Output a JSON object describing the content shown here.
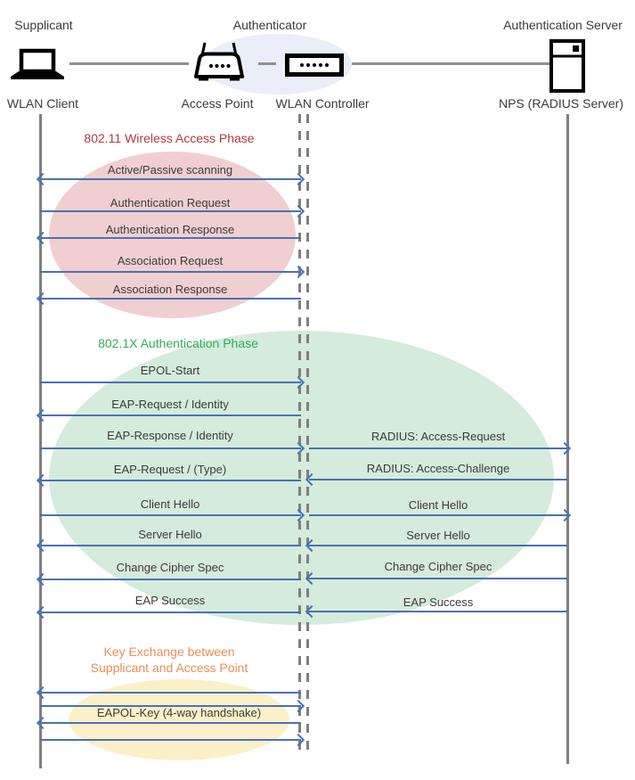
{
  "actors": {
    "supplicant": {
      "role": "Supplicant",
      "device": "WLAN Client",
      "icon": "laptop-icon"
    },
    "authenticator": {
      "role": "Authenticator",
      "access_point": "Access Point",
      "wlan_controller": "WLAN Controller",
      "icons": [
        "access-point-icon",
        "wlan-controller-icon"
      ]
    },
    "authentication_server": {
      "role": "Authentication Server",
      "device": "NPS (RADIUS Server)",
      "icon": "server-icon"
    }
  },
  "phases": {
    "wireless": {
      "title": "802.11 Wireless Access Phase",
      "title_color": "#b33b3c",
      "fill": "#f1cfd0"
    },
    "dot1x": {
      "title": "802.1X Authentication Phase",
      "title_color": "#2faf55",
      "fill": "#d5ebdc"
    },
    "key_exchange": {
      "title_line1": "Key Exchange between",
      "title_line2": "Supplicant and Access Point",
      "title_color": "#ea8f55",
      "fill": "#fcf0c8"
    }
  },
  "messages": {
    "client_ap": [
      {
        "label": "Active/Passive scanning",
        "direction": "both"
      },
      {
        "label": "Authentication Request",
        "direction": "right"
      },
      {
        "label": "Authentication Response",
        "direction": "left"
      },
      {
        "label": "Association Request",
        "direction": "right"
      },
      {
        "label": "Association Response",
        "direction": "left"
      },
      {
        "label": "EPOL-Start",
        "direction": "right"
      },
      {
        "label": "EAP-Request / Identity",
        "direction": "left"
      },
      {
        "label": "EAP-Response / Identity",
        "direction": "right"
      },
      {
        "label": "EAP-Request / (Type)",
        "direction": "left"
      },
      {
        "label": "Client Hello",
        "direction": "right"
      },
      {
        "label": "Server Hello",
        "direction": "left"
      },
      {
        "label": "Change Cipher Spec",
        "direction": "left"
      },
      {
        "label": "EAP Success",
        "direction": "left"
      },
      {
        "label": "",
        "direction": "left"
      },
      {
        "label": "",
        "direction": "right"
      },
      {
        "label": "EAPOL-Key (4-way handshake)",
        "direction": "left"
      },
      {
        "label": "",
        "direction": "right"
      }
    ],
    "controller_server": [
      {
        "label": "RADIUS: Access-Request",
        "direction": "right"
      },
      {
        "label": "RADIUS: Access-Challenge",
        "direction": "left"
      },
      {
        "label": "Client Hello",
        "direction": "right"
      },
      {
        "label": "Server Hello",
        "direction": "left"
      },
      {
        "label": "Change Cipher Spec",
        "direction": "left"
      },
      {
        "label": "EAP Success",
        "direction": "left"
      }
    ]
  },
  "colors": {
    "arrow": "#4a71b6",
    "lifeline": "#7f7f7f",
    "connector": "#8f8f8f",
    "authenticator_ellipse": "#eaeef8",
    "phase1_ellipse": "#f1cfd0",
    "phase2_ellipse": "#d5ebdc",
    "phase3_ellipse": "#fcf0c8"
  }
}
